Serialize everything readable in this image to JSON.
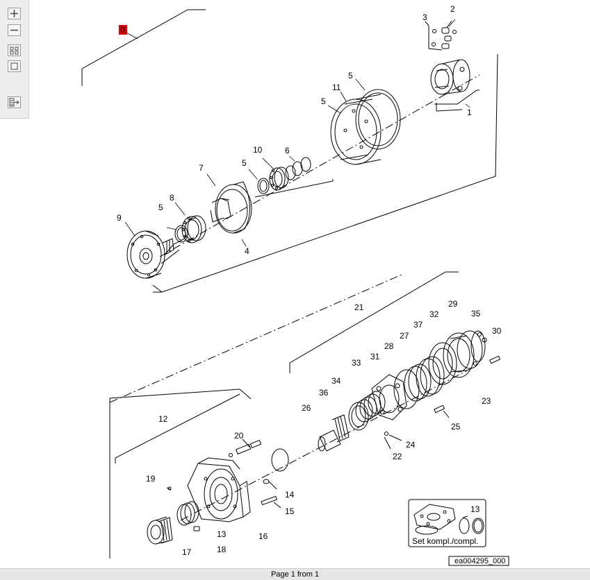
{
  "toolbar": {
    "zoom_in": "zoom-in",
    "zoom_out": "zoom-out",
    "fit_page": "fit-page",
    "actual_size": "actual-size",
    "side_panel": "side-panel"
  },
  "diagram": {
    "callouts": {
      "c0": "0",
      "c1": "1",
      "c2": "2",
      "c3": "3",
      "c4": "4",
      "c5a": "5",
      "c5b": "5",
      "c5c": "5",
      "c5d": "5",
      "c6": "6",
      "c7": "7",
      "c8": "8",
      "c9": "9",
      "c10": "10",
      "c11": "11",
      "c12": "12",
      "c13": "13",
      "c14": "14",
      "c15": "15",
      "c16": "16",
      "c17": "17",
      "c18": "18",
      "c19": "19",
      "c20": "20",
      "c21": "21",
      "c22": "22",
      "c23": "23",
      "c24": "24",
      "c25": "25",
      "c26": "26",
      "c27": "27",
      "c28": "28",
      "c29": "29",
      "c30": "30",
      "c31": "31",
      "c32": "32",
      "c33": "33",
      "c34": "34",
      "c35": "35",
      "c36": "36",
      "c37": "37"
    },
    "highlight_color": "#e00000",
    "set_box": {
      "number": "13",
      "caption": "Set kompl./compl."
    },
    "drawing_code": "ea004295_000"
  },
  "footer": {
    "page_label": "Page 1 from 1"
  }
}
